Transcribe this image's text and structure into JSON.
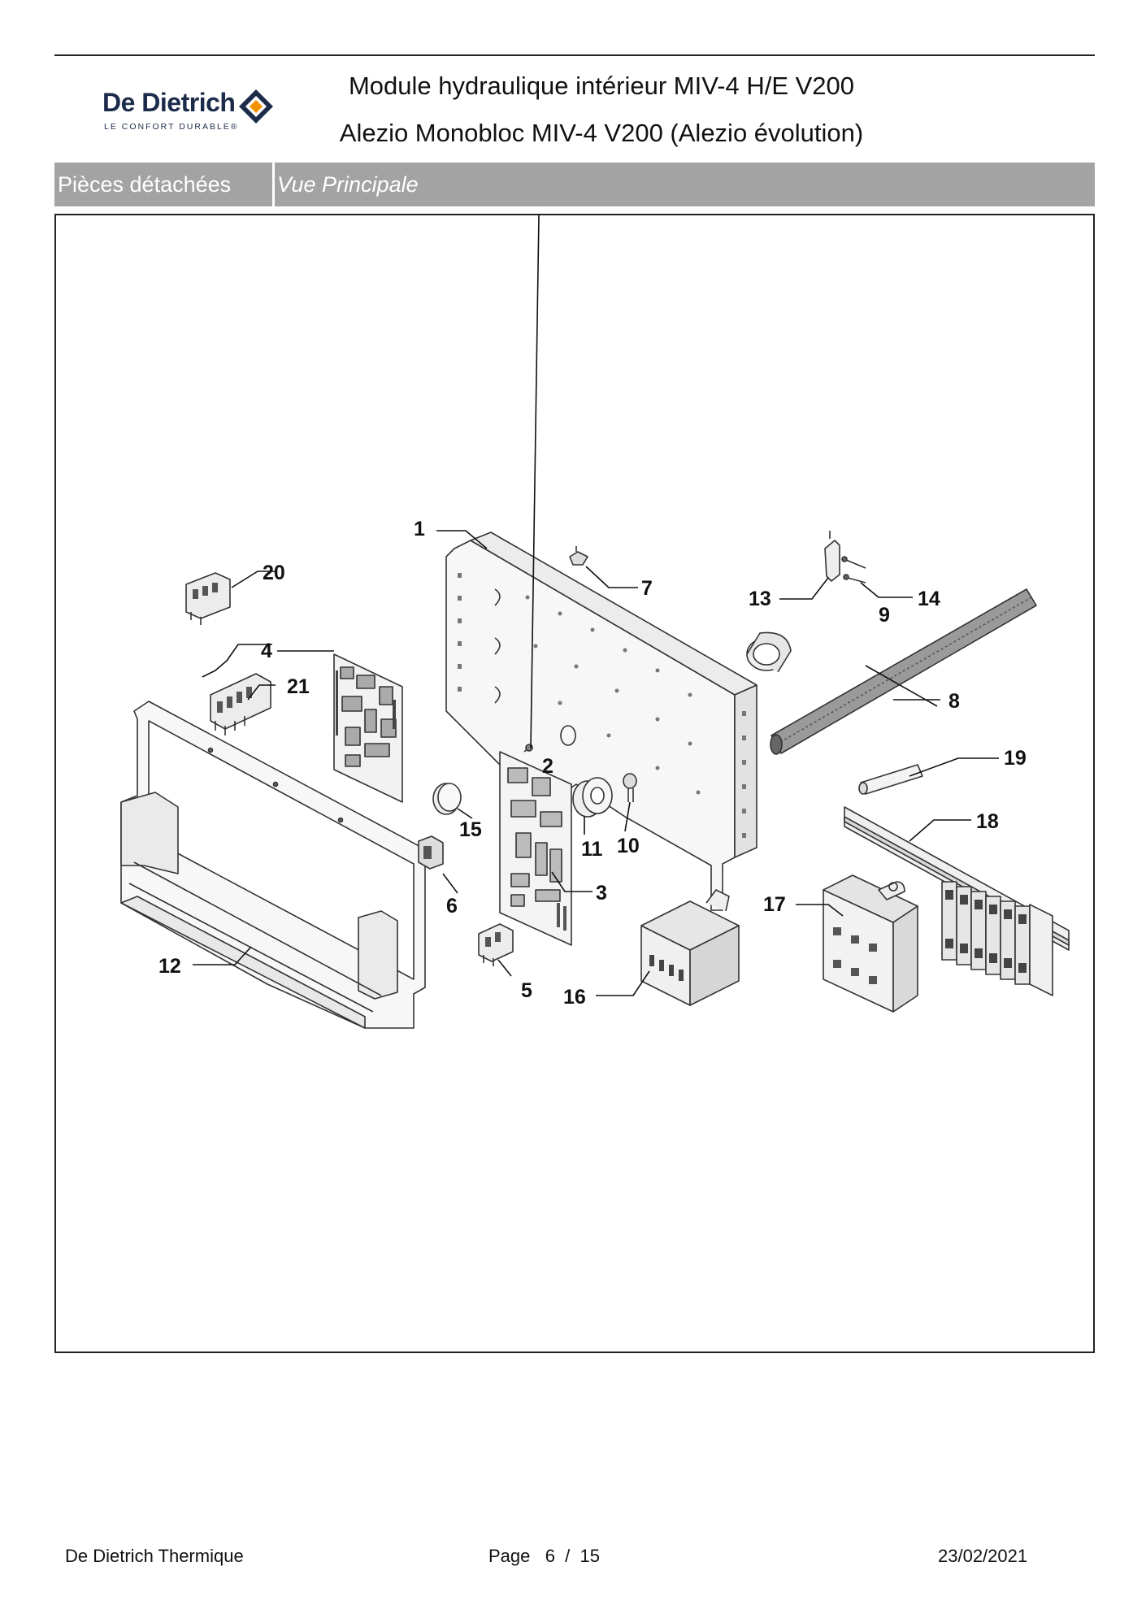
{
  "header": {
    "logo": {
      "brand": "De Dietrich",
      "tagline": "LE CONFORT DURABLE®",
      "brand_color": "#1c2b4a",
      "accent_color": "#f39200",
      "icon": "diamond-logo-icon"
    },
    "title_line1": "Module hydraulique intérieur MIV-4 H/E V200",
    "title_line2": "Alezio Monobloc MIV-4 V200 (Alezio évolution)"
  },
  "section_bar": {
    "label": "Pièces détachées",
    "view": "Vue Principale",
    "background": "#a3a3a3"
  },
  "diagram": {
    "part_labels": [
      "1",
      "2",
      "3",
      "4",
      "5",
      "6",
      "7",
      "8",
      "9",
      "10",
      "11",
      "12",
      "13",
      "14",
      "15",
      "16",
      "17",
      "18",
      "19",
      "20",
      "21"
    ]
  },
  "footer": {
    "company": "De Dietrich Thermique",
    "page_text": "Page   6  /  15",
    "date": "23/02/2021"
  }
}
